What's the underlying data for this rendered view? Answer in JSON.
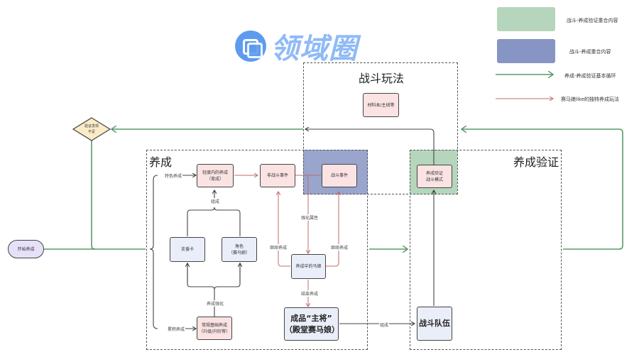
{
  "logo": {
    "text": "领域圈"
  },
  "legend": [
    {
      "label": "战斗-养成验证重合内容",
      "kind": "box",
      "color": "#b5d6bc"
    },
    {
      "label": "战斗-养成重合内容",
      "kind": "box",
      "color": "#8795c4"
    },
    {
      "label": "养成-养成验证基本循环",
      "kind": "arrow",
      "color": "#5a9a68"
    },
    {
      "label": "赛马娘like的独特养成玩法",
      "kind": "arrow",
      "color": "#c26a6a"
    }
  ],
  "regions": {
    "combat": {
      "title": "战斗玩法"
    },
    "training": {
      "title": "养成"
    },
    "verify": {
      "title": "养成验证"
    }
  },
  "nodes": {
    "start": "开始养成",
    "decision": "验证发现\n不足",
    "materials": "材料本/主线等",
    "light_training": "轻度内的养成\n（育成）",
    "non_combat_event": "非战斗事件",
    "combat_event": "战斗事件",
    "verify_mode": "养成验证\n战斗模式",
    "support_card": "支援卡",
    "character": "角色\n（赛马娘）",
    "horse_in_training": "养成中的马娘",
    "regular_training": "常规基础养成\n（升级/升阶等）",
    "final_product": "成品“主将”\n（殿堂赛马娘）",
    "battle_team": "战斗队伍"
  },
  "edge_labels": {
    "special_training": "特色养成",
    "accumulate_training": "累积养成",
    "compose_top": "组成",
    "training_boost": "养成强化",
    "enhance_attr": "强化属性",
    "continue_left": "继续养成",
    "continue_right": "继续养成",
    "end_training": "结束养成",
    "compose_team": "组成"
  },
  "colors": {
    "green": "#5a9a68",
    "red": "#c26a6a",
    "dark": "#444444"
  }
}
